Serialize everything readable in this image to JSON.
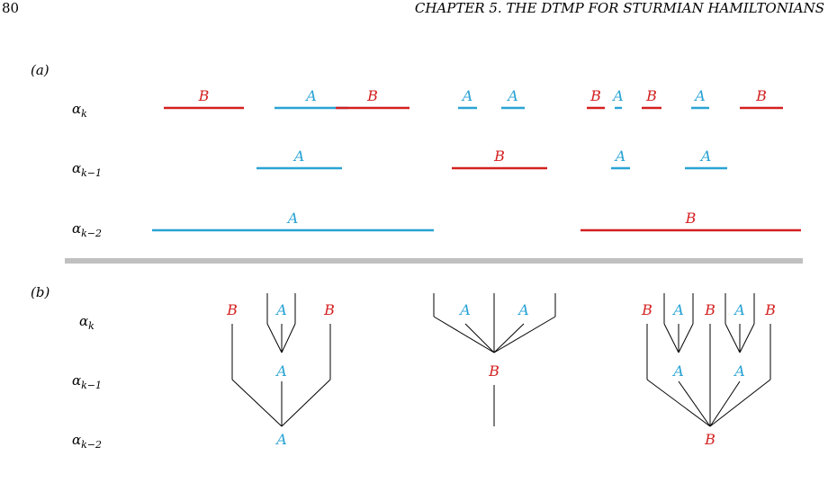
{
  "header": {
    "page_number": "80",
    "chapter_title": "CHAPTER 5.  THE DTMP FOR STURMIAN HAMILTONIANS"
  },
  "colors": {
    "A": "#29a3d4",
    "B": "#d42020",
    "divider": "#c0c0c0",
    "ink": "#000000"
  },
  "panels": {
    "a": "(a)",
    "b": "(b)"
  },
  "rows": [
    {
      "base": "α",
      "sub": "k"
    },
    {
      "base": "α",
      "sub": "k−1"
    },
    {
      "base": "α",
      "sub": "k−2"
    }
  ],
  "intervals": {
    "row_k": [
      "B",
      "A",
      "B",
      "A",
      "A",
      "B",
      "A",
      "B",
      "A",
      "B"
    ],
    "row_k1": [
      "A",
      "B",
      "A",
      "A"
    ],
    "row_k2": [
      "A",
      "B"
    ]
  },
  "trees": {
    "row_k": [
      "B",
      "A",
      "B",
      "A",
      "A",
      "B",
      "A",
      "B",
      "A",
      "B"
    ],
    "row_k1": [
      "A",
      "B",
      "A",
      "A"
    ],
    "row_k2": [
      "A",
      "B"
    ]
  }
}
